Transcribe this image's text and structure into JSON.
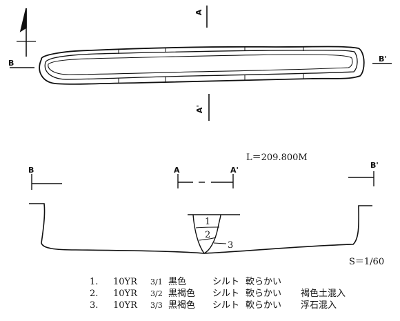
{
  "plan": {
    "label_b": "B",
    "label_b_prime": "B'",
    "label_a": "A",
    "label_a_prime": "A'"
  },
  "section": {
    "elevation": "L＝209.800M",
    "label_b": "B",
    "label_b_prime": "B'",
    "label_a": "A",
    "label_a_prime": "A'",
    "layer_numbers": [
      "1",
      "2",
      "3"
    ],
    "scale": "S＝1/60"
  },
  "legend": [
    {
      "no": "1.",
      "code": "10YR",
      "frac": "3/1",
      "color": "黒色",
      "soil": "シルト",
      "hardness": "軟らかい",
      "note": ""
    },
    {
      "no": "2.",
      "code": "10YR",
      "frac": "3/2",
      "color": "黒褐色",
      "soil": "シルト",
      "hardness": "軟らかい",
      "note": "褐色土混入"
    },
    {
      "no": "3.",
      "code": "10YR",
      "frac": "3/3",
      "color": "黒褐色",
      "soil": "シルト",
      "hardness": "軟らかい",
      "note": "浮石混入"
    }
  ],
  "colors": {
    "ink": "#111111",
    "background": "#ffffff"
  }
}
